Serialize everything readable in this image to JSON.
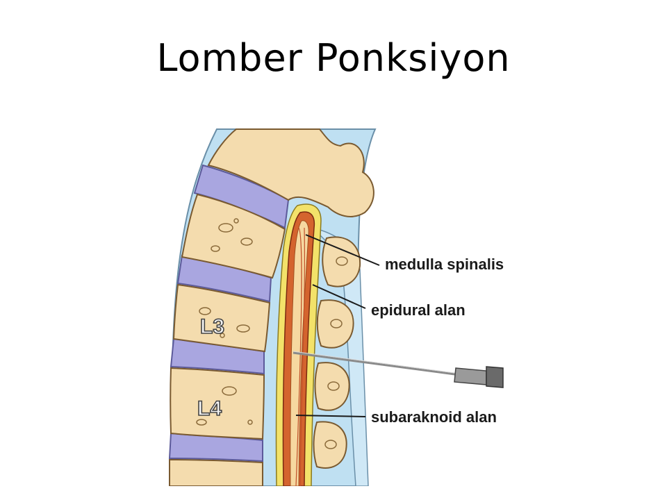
{
  "title": "Lomber Ponksiyon",
  "diagram": {
    "vertebra_labels": [
      "L3",
      "L4"
    ],
    "callouts": {
      "medulla": "medulla spinalis",
      "epidural": "epidural alan",
      "subarachnoid": "subaraknoid alan"
    },
    "colors": {
      "bone": "#f4dcae",
      "disc": "#a9a6e0",
      "membrane": "#bfe0f2",
      "cord": "#d4642e",
      "fat": "#f3e26a",
      "needle": "#8a8a8a"
    }
  }
}
